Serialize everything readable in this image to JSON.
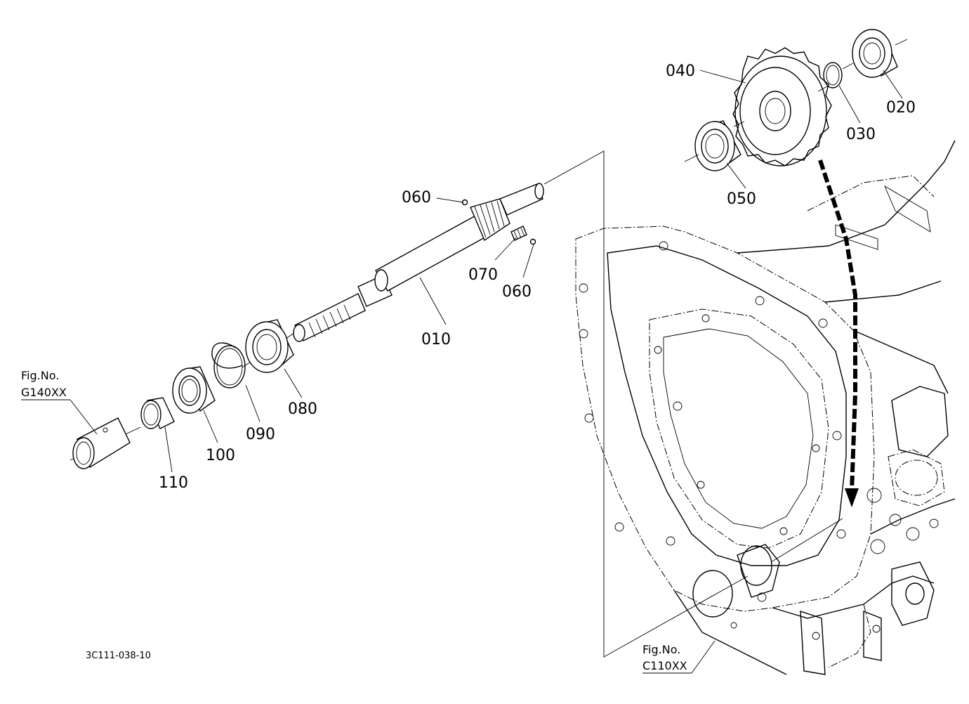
{
  "drawing_code": "3C111-038-10",
  "parts": {
    "p010": "010",
    "p020": "020",
    "p030": "030",
    "p040": "040",
    "p050": "050",
    "p060a": "060",
    "p060b": "060",
    "p070": "070",
    "p080": "080",
    "p090": "090",
    "p100": "100",
    "p110": "110"
  },
  "fig_refs": {
    "left": {
      "title": "Fig.No.",
      "code": "G140XX"
    },
    "right": {
      "title": "Fig.No.",
      "code": "C110XX"
    }
  }
}
